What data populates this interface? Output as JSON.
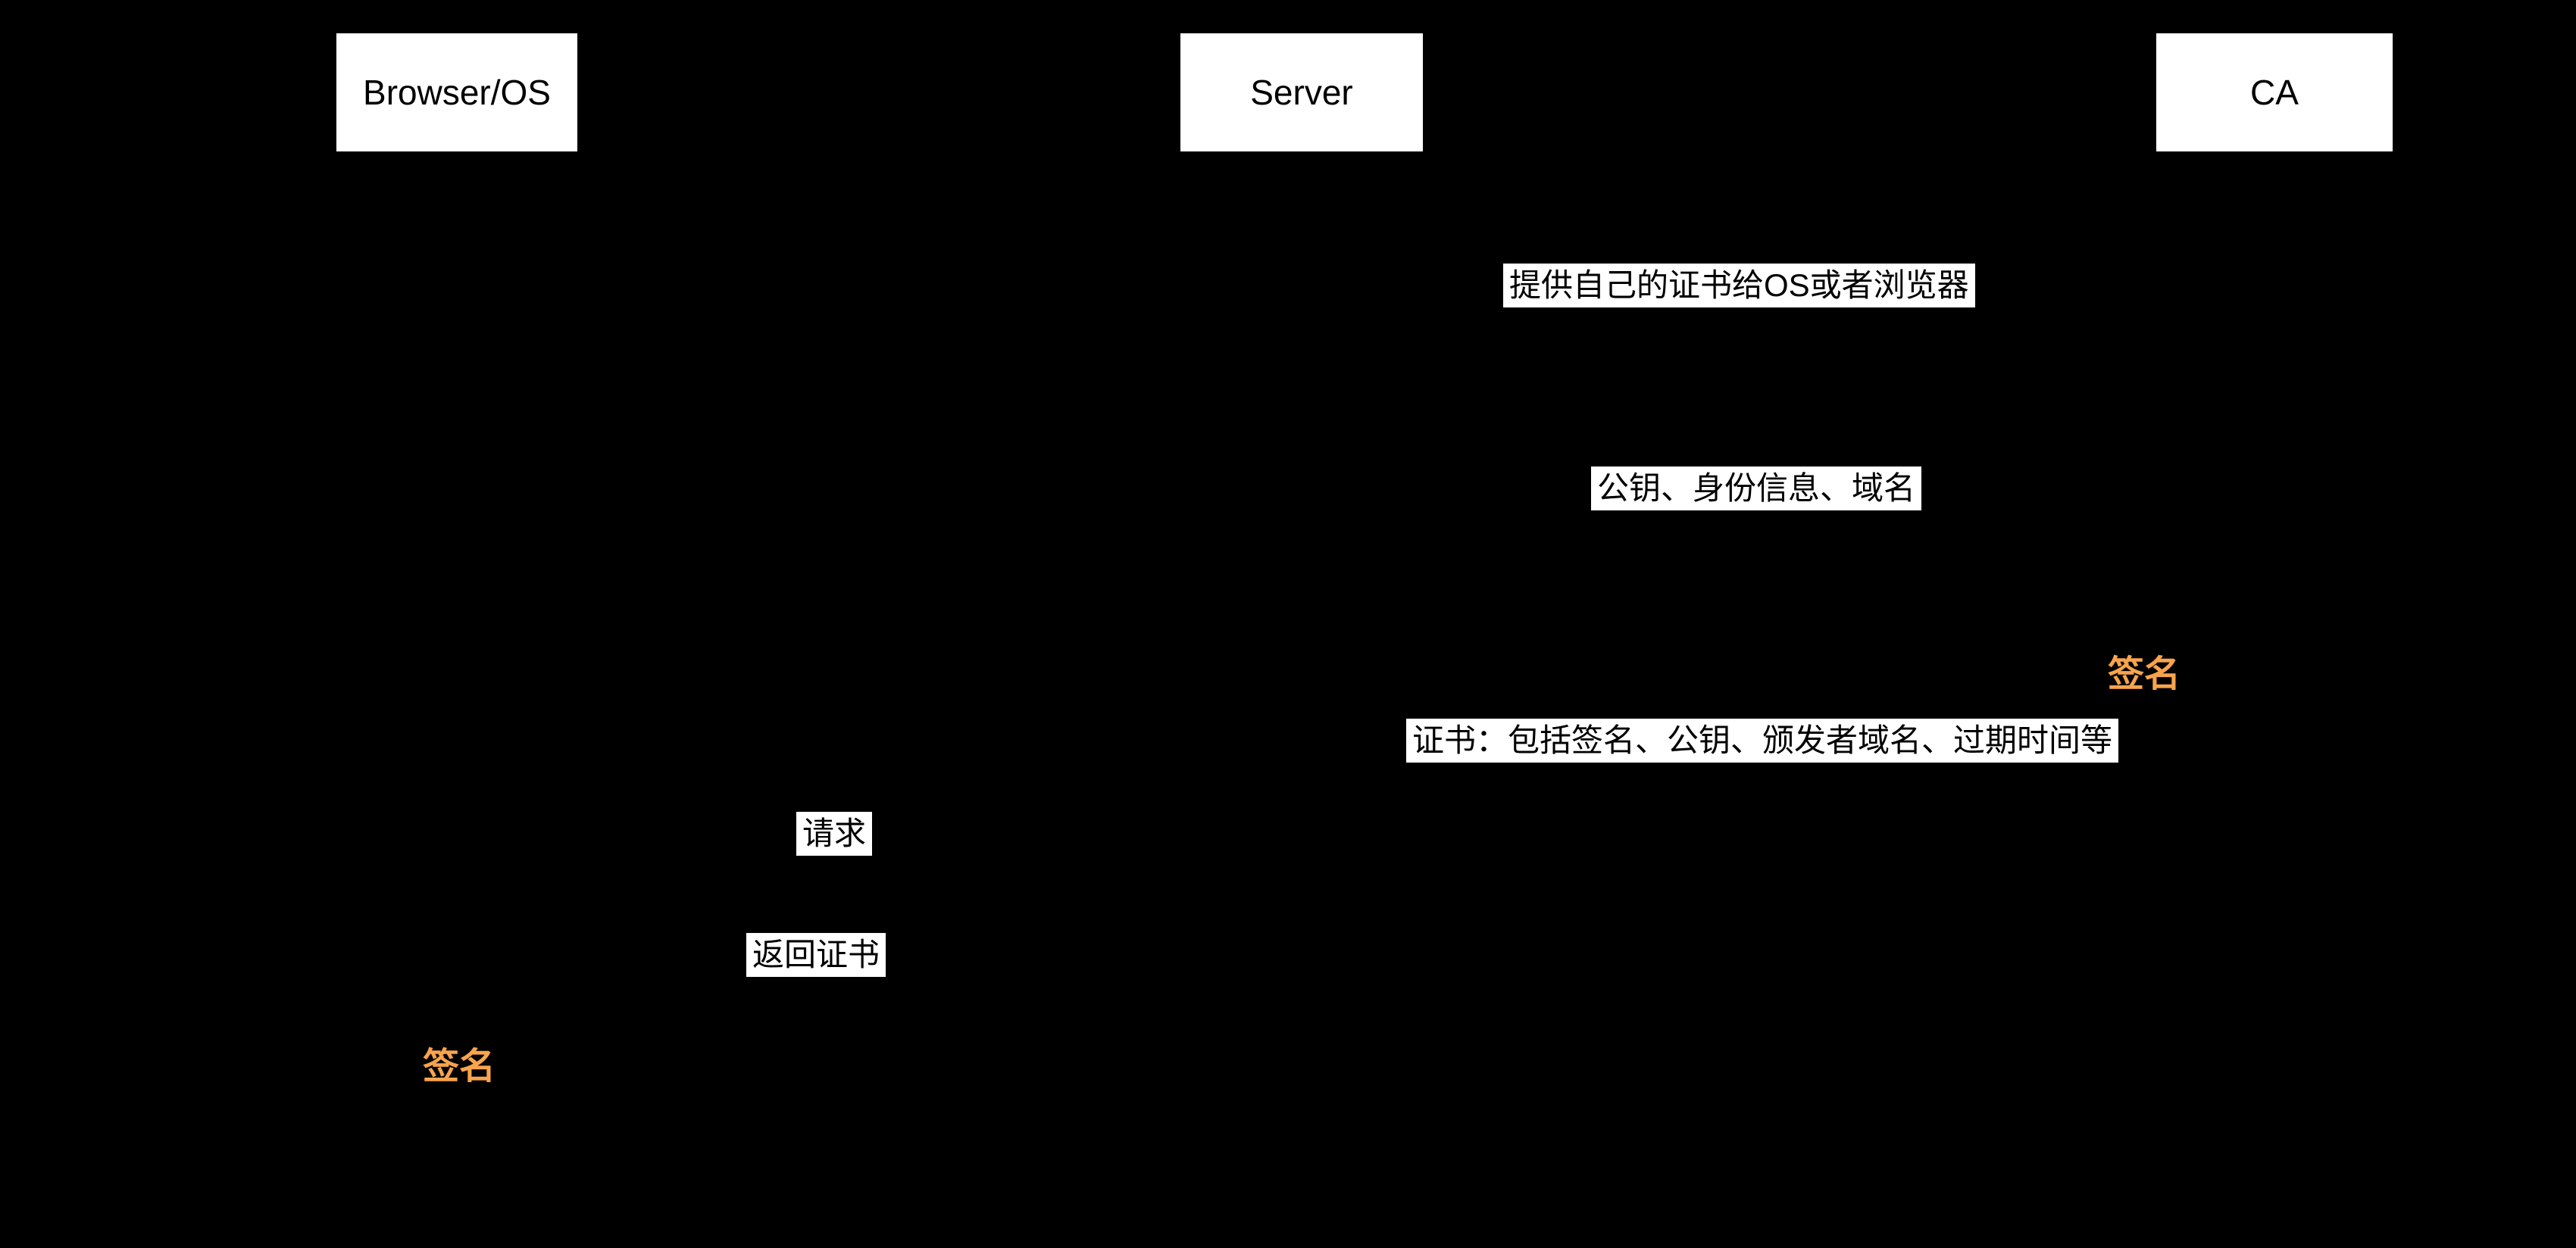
{
  "diagram": {
    "kind": "sequence-diagram",
    "colors": {
      "background": "#000000",
      "actor_box_fill": "#ffffff",
      "actor_text": "#000000",
      "message_label_fill": "#ffffff",
      "message_text": "#000000",
      "note_text": "#f8a44c"
    },
    "actors": [
      {
        "label": "Browser/OS"
      },
      {
        "label": "Server"
      },
      {
        "label": "CA"
      }
    ],
    "messages": [
      {
        "text": "提供自己的证书给OS或者浏览器"
      },
      {
        "text": "公钥、身份信息、域名"
      },
      {
        "text": "证书：包括签名、公钥、颁发者域名、过期时间等"
      },
      {
        "text": "请求"
      },
      {
        "text": "返回证书"
      }
    ],
    "notes": [
      {
        "text": "签名"
      },
      {
        "text": "签名"
      }
    ]
  }
}
